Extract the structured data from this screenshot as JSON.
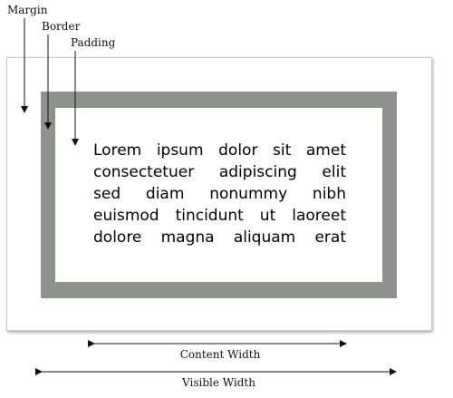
{
  "labels": {
    "margin": "Margin",
    "border": "Border",
    "padding": "Padding",
    "content_width": "Content Width",
    "visible_width": "Visible Width"
  },
  "content_lines": [
    "Lorem ipsum dolor sit amet",
    "consectetuer adipiscing elit",
    "sed diam nonummy nibh",
    "euismod tincidunt ut laoreet",
    "dolore magna aliquam erat"
  ],
  "colors": {
    "border_fill": "#8e918e",
    "box_fill": "#ffffff",
    "text": "#000000"
  }
}
